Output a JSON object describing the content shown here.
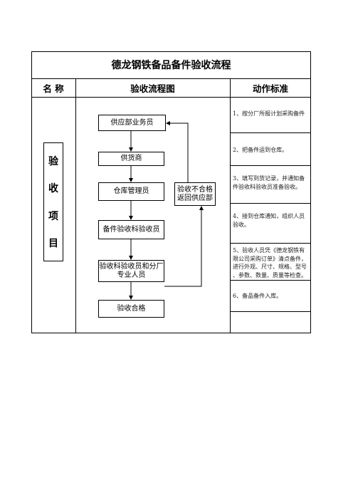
{
  "title": "德龙钢铁备品备件验收流程",
  "headers": {
    "name": "名  称",
    "flow": "验收流程图",
    "standard": "动作标准"
  },
  "side_label": [
    "验",
    "收",
    "项",
    "目"
  ],
  "flow_nodes": {
    "n1": "供应部业务员",
    "n2": "供货商",
    "n3": "仓库管理员",
    "n4": "备件验收科验收员",
    "n5a": "验收科验收员和分厂",
    "n5b": "专业人员",
    "n6": "验收合格",
    "reject_a": "验收不合格",
    "reject_b": "返回供应部"
  },
  "standards": {
    "s1": "1、按分厂所报计划采购备件",
    "s2": "2、把备件运到仓库。",
    "s3a": "3、填写到货记录，并通知备",
    "s3b": "件验收科验收员准备验收。",
    "s4a": "4、接到仓库通知，组织人员",
    "s4b": "验收。",
    "s5a": "5、验收人员凭《德龙钢铁有",
    "s5b": "限公司采购订单》清点备件，",
    "s5c": "进行外观、尺寸、规格、型号",
    "s5d": "、参数、数量、质量等检查。",
    "s6": "6、备品备件入库。"
  }
}
